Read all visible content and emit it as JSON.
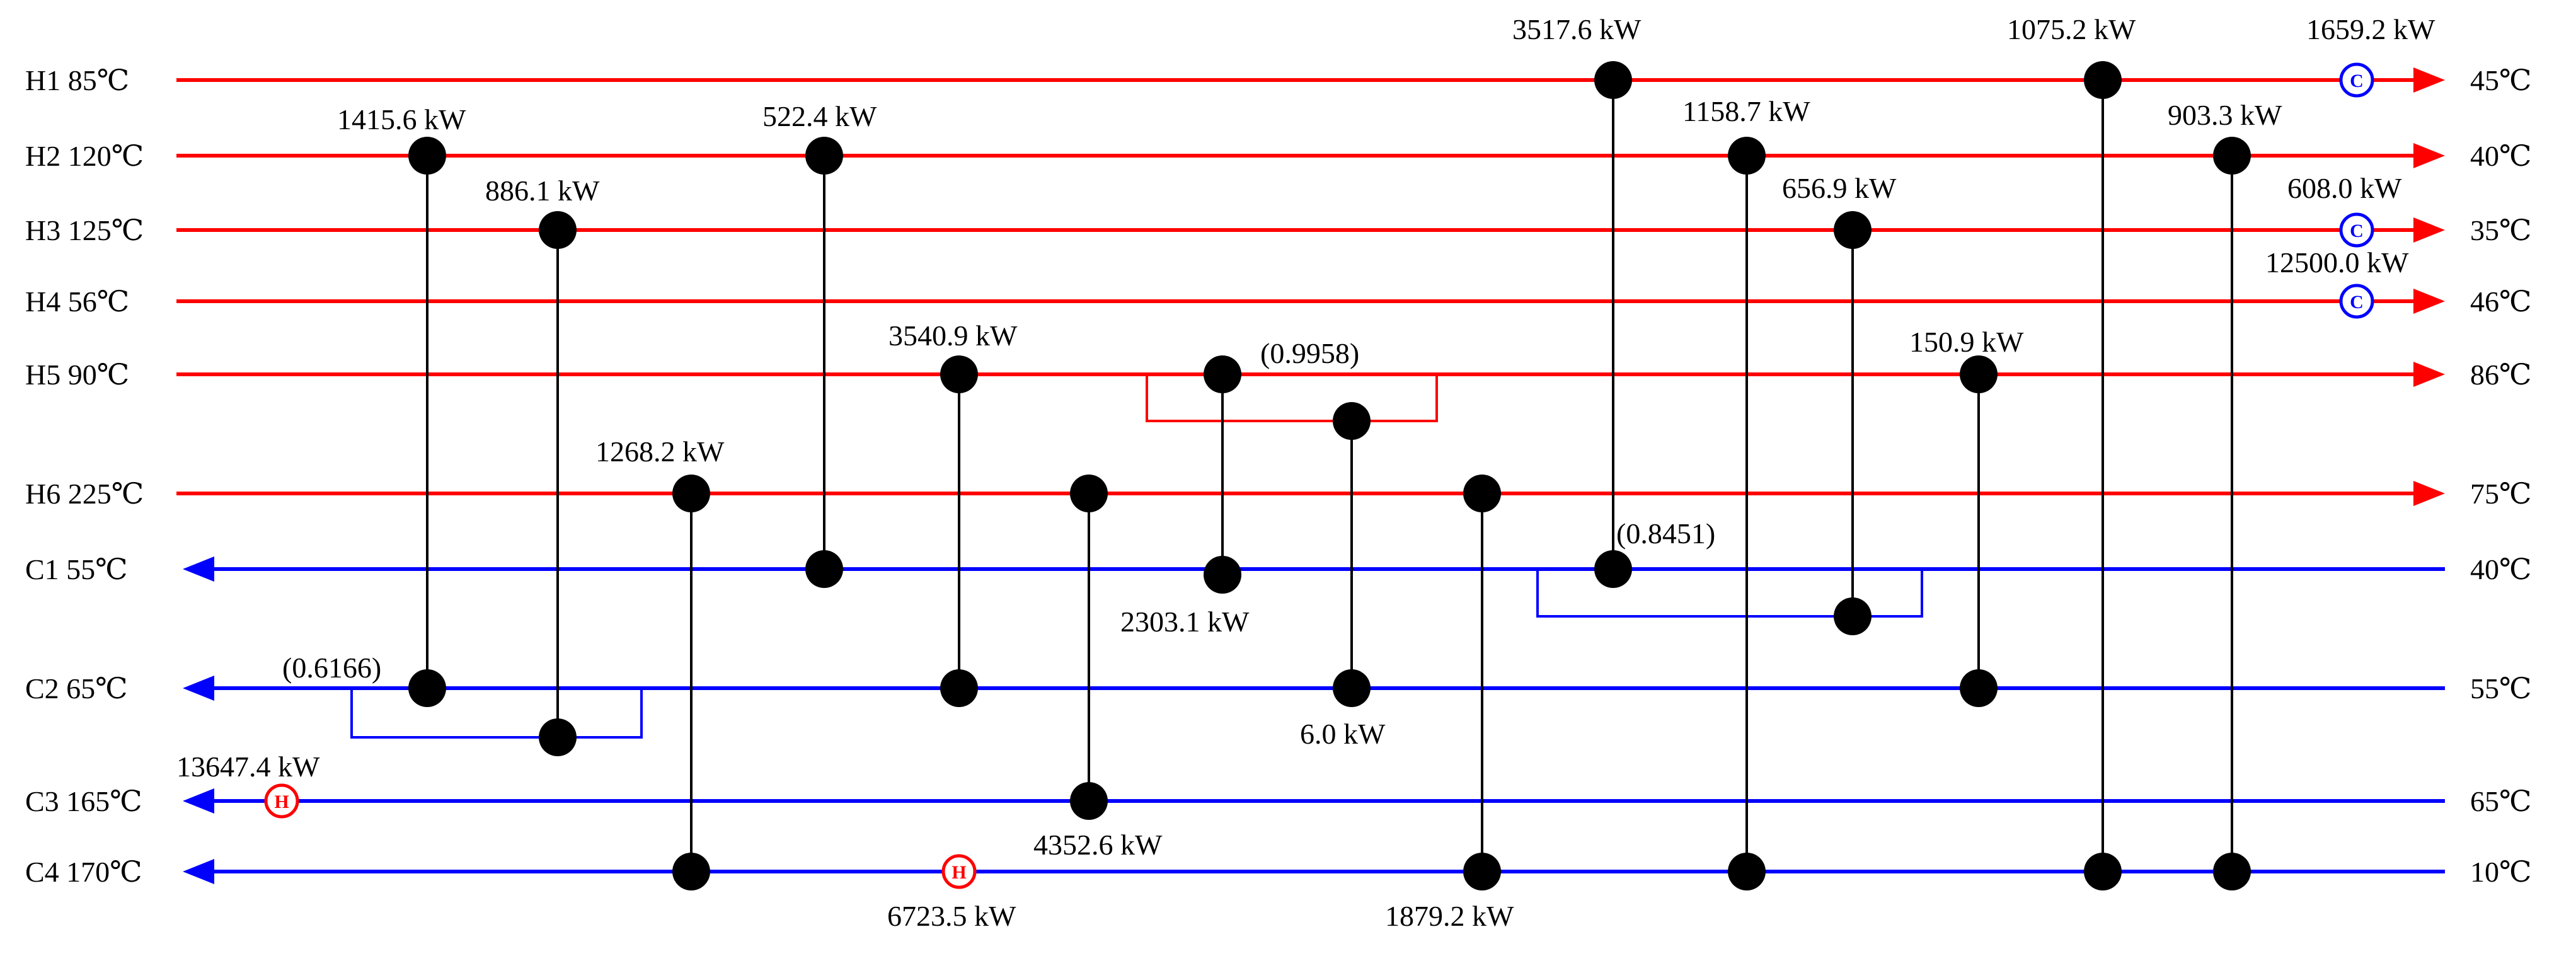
{
  "colors": {
    "hot": "#ff0000",
    "cold": "#0000ff",
    "match": "#000000",
    "background": "#ffffff"
  },
  "hot_streams": [
    {
      "id": "H1",
      "label": "H1 85℃",
      "target": "45℃"
    },
    {
      "id": "H2",
      "label": "H2 120℃",
      "target": "40℃"
    },
    {
      "id": "H3",
      "label": "H3 125℃",
      "target": "35℃"
    },
    {
      "id": "H4",
      "label": "H4 56℃",
      "target": "46℃"
    },
    {
      "id": "H5",
      "label": "H5 90℃",
      "target": "86℃"
    },
    {
      "id": "H6",
      "label": "H6 225℃",
      "target": "75℃"
    }
  ],
  "cold_streams": [
    {
      "id": "C1",
      "label": "C1 55℃",
      "target": "40℃"
    },
    {
      "id": "C2",
      "label": "C2 65℃",
      "target": "55℃"
    },
    {
      "id": "C3",
      "label": "C3 165℃",
      "target": "65℃"
    },
    {
      "id": "C4",
      "label": "C4 170℃",
      "target": "10℃"
    }
  ],
  "exchangers": [
    {
      "hot": "H1",
      "cold": "C1 branch",
      "duty": "3517.6 kW"
    },
    {
      "hot": "H1",
      "cold": "C4",
      "duty": "1075.2 kW"
    },
    {
      "hot": "H2",
      "cold": "C2 branch",
      "duty": "1415.6 kW"
    },
    {
      "hot": "H2",
      "cold": "C1",
      "duty": "522.4 kW"
    },
    {
      "hot": "H2",
      "cold": "C4",
      "duty": "1158.7 kW"
    },
    {
      "hot": "H2",
      "cold": "C4",
      "duty": "903.3 kW"
    },
    {
      "hot": "H3",
      "cold": "C2 branch",
      "duty": "886.1 kW"
    },
    {
      "hot": "H3",
      "cold": "C1 branch",
      "duty": "656.9 kW"
    },
    {
      "hot": "H5",
      "cold": "C2",
      "duty": "3540.9 kW"
    },
    {
      "hot": "H5",
      "cold": "C1",
      "duty": "2303.1 kW"
    },
    {
      "hot": "H5 branch",
      "cold": "C2",
      "duty": "6.0 kW"
    },
    {
      "hot": "H5",
      "cold": "C2",
      "duty": "150.9 kW"
    },
    {
      "hot": "H6",
      "cold": "C4",
      "duty": "1268.2 kW"
    },
    {
      "hot": "H6",
      "cold": "C3",
      "duty": "4352.6 kW"
    },
    {
      "hot": "H6",
      "cold": "C4",
      "duty": "1879.2 kW"
    }
  ],
  "split_fractions": {
    "H5": "(0.9958)",
    "C1": "(0.8451)",
    "C2": "(0.6166)"
  },
  "coolers": [
    {
      "stream": "H1",
      "duty": "1659.2 kW",
      "symbol": "C"
    },
    {
      "stream": "H3",
      "duty": "608.0 kW",
      "symbol": "C"
    },
    {
      "stream": "H4",
      "duty": "12500.0 kW",
      "symbol": "C"
    }
  ],
  "heaters": [
    {
      "stream": "C3",
      "duty": "13647.4 kW",
      "symbol": "H"
    },
    {
      "stream": "C4",
      "duty": "6723.5 kW",
      "symbol": "H"
    }
  ]
}
